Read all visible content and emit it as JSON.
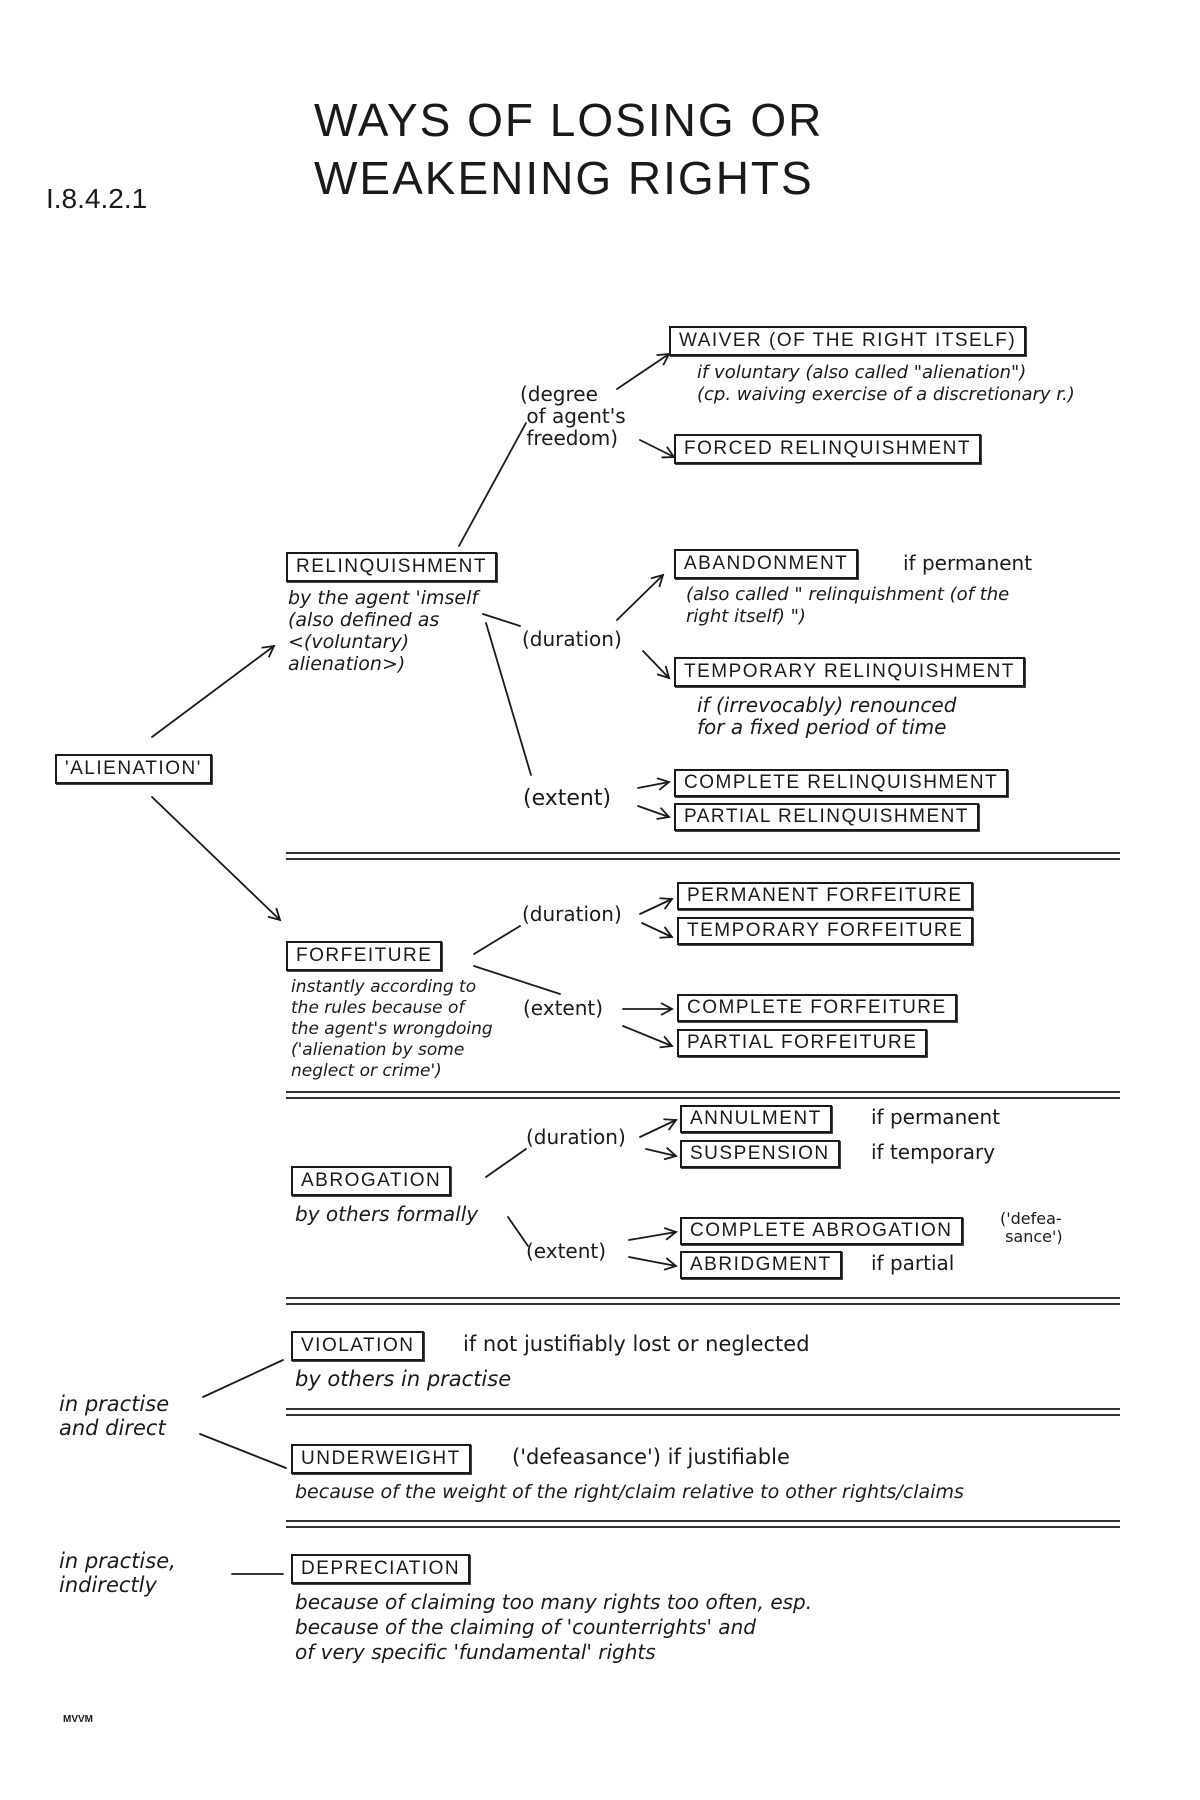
{
  "header": {
    "code": "I.8.4.2.1",
    "title_line1": "WAYS OF LOSING OR",
    "title_line2": "WEAKENING RIGHTS"
  },
  "alienation": {
    "label": "'ALIENATION'"
  },
  "relinquishment": {
    "label": "RELINQUISHMENT",
    "note": "by the agent 'imself\n(also defined as\n<(voluntary)\nalienation>)",
    "freedom_label": "(degree\n of agent's\n freedom)",
    "duration_label": "(duration)",
    "extent_label": "(extent)",
    "waiver": {
      "label": "WAIVER (OF THE RIGHT ITSELF)",
      "note": "if voluntary (also called \"alienation\")\n(cp. waiving exercise of a discretionary r.)"
    },
    "forced": {
      "label": "FORCED RELINQUISHMENT"
    },
    "abandonment": {
      "label": "ABANDONMENT",
      "suffix": "if permanent",
      "note": "(also called \" relinquishment (of the\nright itself) \")"
    },
    "temporary": {
      "label": "TEMPORARY RELINQUISHMENT",
      "note": "if (irrevocably) renounced\nfor a fixed period of time"
    },
    "complete": {
      "label": "COMPLETE RELINQUISHMENT"
    },
    "partial": {
      "label": "PARTIAL RELINQUISHMENT"
    }
  },
  "forfeiture": {
    "label": "FORFEITURE",
    "note": "instantly according to\nthe rules because of\nthe agent's wrongdoing\n('alienation by some\nneglect or crime')",
    "duration_label": "(duration)",
    "extent_label": "(extent)",
    "permanent": {
      "label": "PERMANENT FORFEITURE"
    },
    "temporary": {
      "label": "TEMPORARY FORFEITURE"
    },
    "complete": {
      "label": "COMPLETE FORFEITURE"
    },
    "partial": {
      "label": "PARTIAL FORFEITURE"
    }
  },
  "abrogation": {
    "label": "ABROGATION",
    "note": "by others formally",
    "duration_label": "(duration)",
    "extent_label": "(extent)",
    "annulment": {
      "label": "ANNULMENT",
      "suffix": "if permanent"
    },
    "suspension": {
      "label": "SUSPENSION",
      "suffix": "if temporary"
    },
    "complete": {
      "label": "COMPLETE ABROGATION",
      "suffix": "('defea-\n sance')"
    },
    "abridgment": {
      "label": "ABRIDGMENT",
      "suffix": "if partial"
    }
  },
  "direct": {
    "label": "in practise\nand direct",
    "violation": {
      "label": "VIOLATION",
      "suffix": "if not justifiably lost or neglected",
      "note": "by others in practise"
    },
    "underweight": {
      "label": "UNDERWEIGHT",
      "suffix": "('defeasance') if justifiable",
      "note": "because of the weight of the right/claim relative to other rights/claims"
    }
  },
  "indirect": {
    "label": "in practise,\nindirectly",
    "depreciation": {
      "label": "DEPRECIATION",
      "note": "because of claiming too many rights too often, esp.\nbecause of the claiming of 'counterrights' and\nof very specific 'fundamental' rights"
    }
  },
  "signature": "MVVM"
}
